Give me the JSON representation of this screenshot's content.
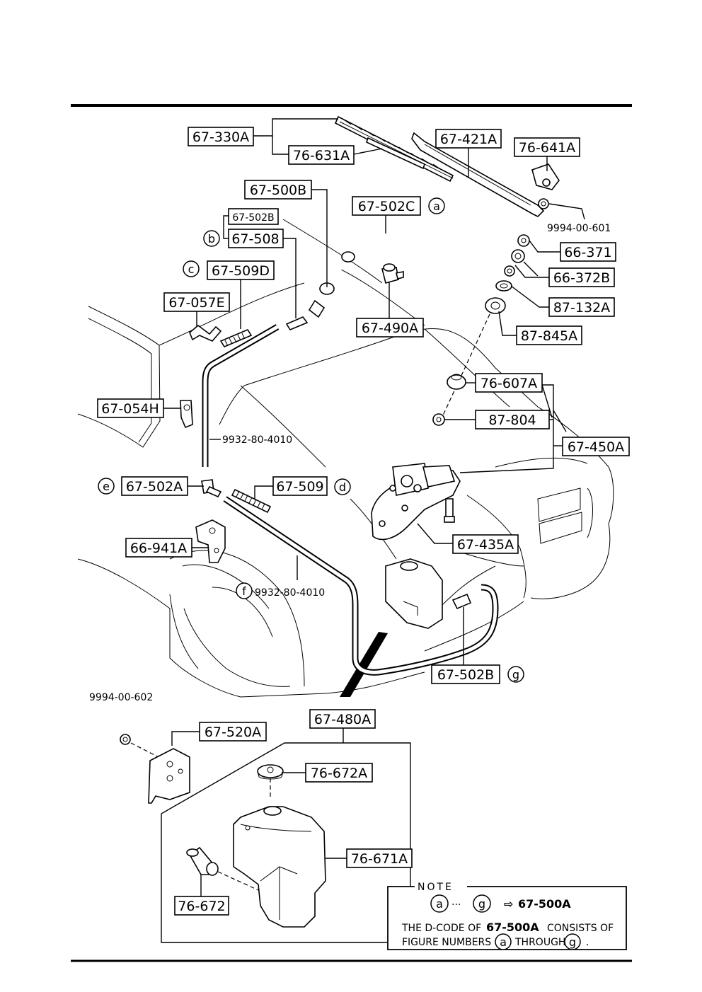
{
  "parts": {
    "p67_330A": "67-330A",
    "p76_631A": "76-631A",
    "p67_421A": "67-421A",
    "p76_641A": "76-641A",
    "p9994_601": "9994-00-601",
    "p67_500B": "67-500B",
    "p67_502C": "67-502C",
    "p67_502B_top": "67-502B",
    "p67_508": "67-508",
    "p66_371": "66-371",
    "p66_372B": "66-372B",
    "p87_132A": "87-132A",
    "p67_509D": "67-509D",
    "p67_490A": "67-490A",
    "p87_845A": "87-845A",
    "p67_057E": "67-057E",
    "p76_607A": "76-607A",
    "p67_054H": "67-054H",
    "p87_804": "87-804",
    "p67_450A": "67-450A",
    "p9932_a": "9932-80-4010",
    "p67_502A": "67-502A",
    "p67_509": "67-509",
    "p67_435A": "67-435A",
    "p66_941A": "66-941A",
    "p9932_b": "9932-80-4010",
    "p67_502B_bot": "67-502B",
    "p9994_602": "9994-00-602",
    "p67_480A": "67-480A",
    "p67_520A": "67-520A",
    "p76_672A": "76-672A",
    "p76_671A": "76-671A",
    "p76_672": "76-672"
  },
  "circles": {
    "a": "a",
    "b": "b",
    "c": "c",
    "d": "d",
    "e": "e",
    "f": "f",
    "g": "g"
  },
  "note": {
    "title": "NOTE",
    "range_from": "a",
    "range_sep": "···",
    "range_to": "g",
    "arrow": "⇨",
    "code": "67-500A",
    "line1_prefix": "THE D-CODE OF",
    "line1_code": "67-500A",
    "line1_suffix": "CONSISTS OF",
    "line2_prefix": "FIGURE NUMBERS",
    "line2_a": "a",
    "line2_mid": "THROUGH",
    "line2_g": "g",
    "line2_end": "."
  }
}
